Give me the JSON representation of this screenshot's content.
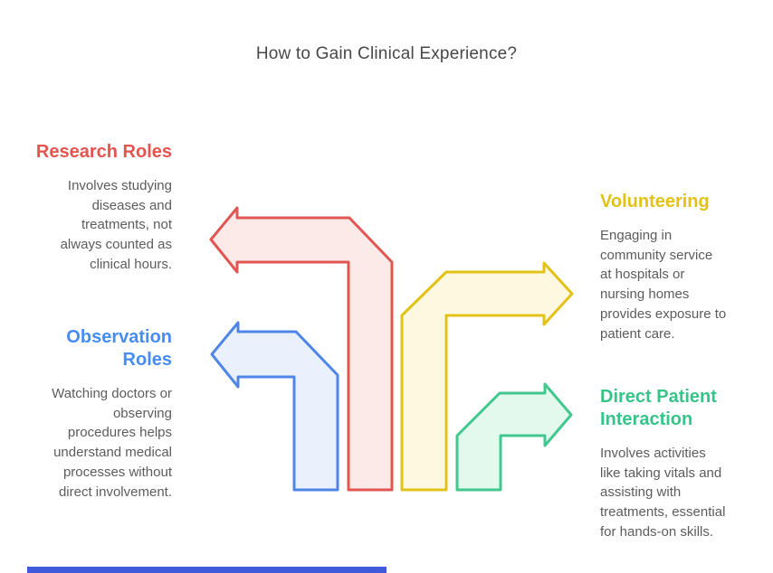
{
  "title": "How to Gain Clinical Experience?",
  "colors": {
    "red_stroke": "#E15552",
    "red_fill": "#FCEAE8",
    "blue_stroke": "#4E86E8",
    "blue_fill": "#EAF1FD",
    "yellow_stroke": "#E2C217",
    "yellow_fill": "#FDF8DF",
    "green_stroke": "#42C78E",
    "green_fill": "#E3F9EE",
    "heading_red": "#E4534E",
    "heading_blue": "#478CF4",
    "heading_yellow": "#E2C217",
    "heading_green": "#36C489",
    "title_text": "#484848",
    "body_text": "#5C5C5C",
    "footer_bar": "#3F5BDB"
  },
  "sections": {
    "research": {
      "heading": "Research Roles",
      "description": "Involves studying\ndiseases and\ntreatments, not\nalways counted as\nclinical hours."
    },
    "observation": {
      "heading": "Observation\nRoles",
      "description": "Watching doctors or\nobserving\nprocedures helps\nunderstand medical\nprocesses without\ndirect involvement."
    },
    "volunteering": {
      "heading": "Volunteering",
      "description": "Engaging in\ncommunity service\nat hospitals or\nnursing homes\nprovides exposure to\npatient care."
    },
    "direct_patient": {
      "heading": "Direct Patient\nInteraction",
      "description": "Involves activities\nlike taking vitals and\nassisting with\ntreatments, essential\nfor hands-on skills."
    }
  }
}
